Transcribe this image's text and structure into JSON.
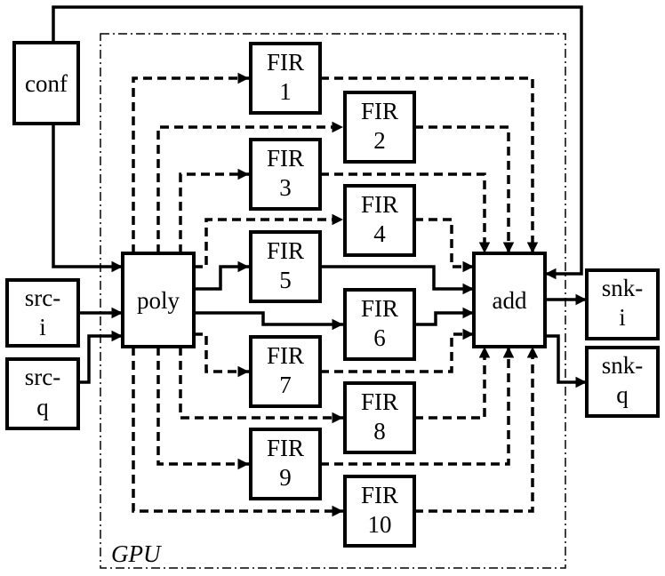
{
  "region": {
    "label": "GPU"
  },
  "blocks": {
    "conf": {
      "label": "conf"
    },
    "src_i": {
      "line1": "src-",
      "line2": "i"
    },
    "src_q": {
      "line1": "src-",
      "line2": "q"
    },
    "poly": {
      "label": "poly"
    },
    "add": {
      "label": "add"
    },
    "snk_i": {
      "line1": "snk-",
      "line2": "i"
    },
    "snk_q": {
      "line1": "snk-",
      "line2": "q"
    }
  },
  "firs": [
    {
      "line1": "FIR",
      "line2": "1"
    },
    {
      "line1": "FIR",
      "line2": "2"
    },
    {
      "line1": "FIR",
      "line2": "3"
    },
    {
      "line1": "FIR",
      "line2": "4"
    },
    {
      "line1": "FIR",
      "line2": "5"
    },
    {
      "line1": "FIR",
      "line2": "6"
    },
    {
      "line1": "FIR",
      "line2": "7"
    },
    {
      "line1": "FIR",
      "line2": "8"
    },
    {
      "line1": "FIR",
      "line2": "9"
    },
    {
      "line1": "FIR",
      "line2": "10"
    }
  ]
}
